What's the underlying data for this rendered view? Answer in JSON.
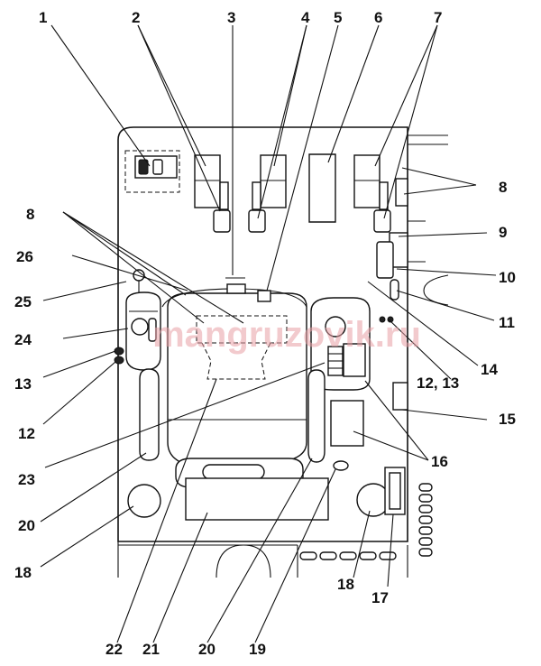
{
  "watermark": "mangruzovik.ru",
  "callouts": {
    "c1": "1",
    "c2": "2",
    "c3": "3",
    "c4": "4",
    "c5": "5",
    "c6": "6",
    "c7": "7",
    "c8_right": "8",
    "c8_left": "8",
    "c9": "9",
    "c10": "10",
    "c11": "11",
    "c12_13_right": "12, 13",
    "c14": "14",
    "c15": "15",
    "c16": "16",
    "c17": "17",
    "c18_right": "18",
    "c18_left": "18",
    "c19": "19",
    "c20_bottom": "20",
    "c20_left": "20",
    "c21": "21",
    "c22": "22",
    "c23": "23",
    "c24": "24",
    "c25": "25",
    "c26": "26",
    "c13_left": "13",
    "c12_left": "12"
  }
}
